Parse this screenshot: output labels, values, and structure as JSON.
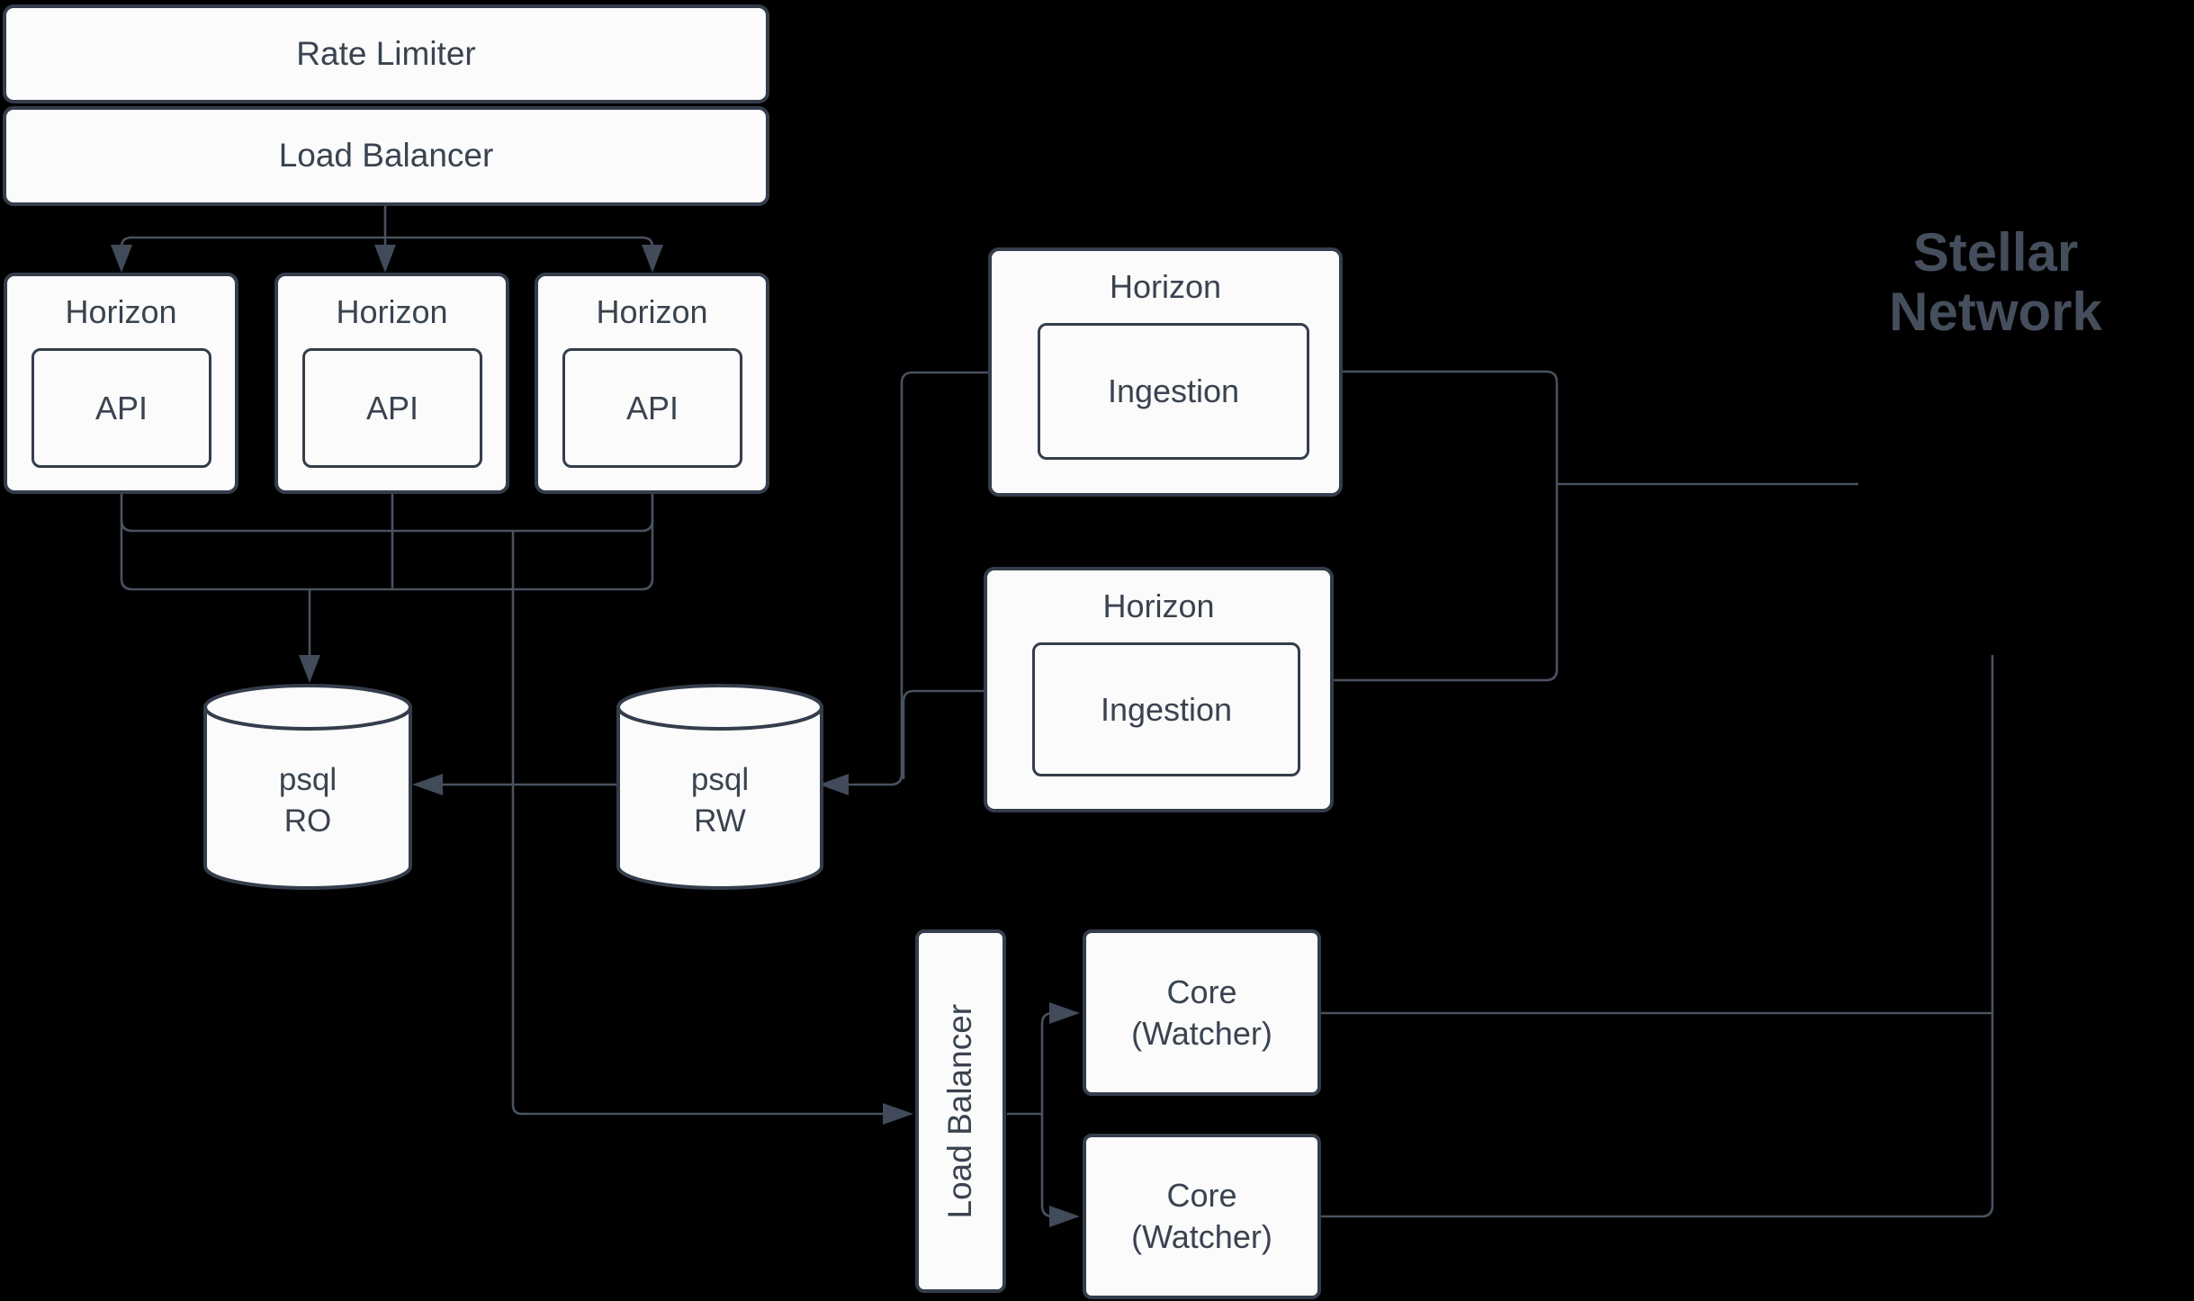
{
  "colors": {
    "bg": "#000000",
    "box_fill": "#fbfbfb",
    "box_stroke": "#343d4b",
    "connector": "#49525f",
    "arrowhead": "#414b59",
    "text": "#3a4350",
    "title_text": "#454e5d"
  },
  "nodes": {
    "rate_limiter": {
      "label": "Rate Limiter"
    },
    "load_balancer_top": {
      "label": "Load Balancer"
    },
    "horizons": [
      {
        "title": "Horizon",
        "sub": "API"
      },
      {
        "title": "Horizon",
        "sub": "API"
      },
      {
        "title": "Horizon",
        "sub": "API"
      }
    ],
    "ingestions": [
      {
        "title": "Horizon",
        "sub": "Ingestion"
      },
      {
        "title": "Horizon",
        "sub": "Ingestion"
      }
    ],
    "db_ro": {
      "line1": "psql",
      "line2": "RO"
    },
    "db_rw": {
      "line1": "psql",
      "line2": "RW"
    },
    "load_balancer_core": {
      "label": "Load Balancer"
    },
    "cores": [
      {
        "line1": "Core",
        "line2": "(Watcher)"
      },
      {
        "line1": "Core",
        "line2": "(Watcher)"
      }
    ],
    "network_label": {
      "line1": "Stellar",
      "line2": "Network"
    }
  }
}
